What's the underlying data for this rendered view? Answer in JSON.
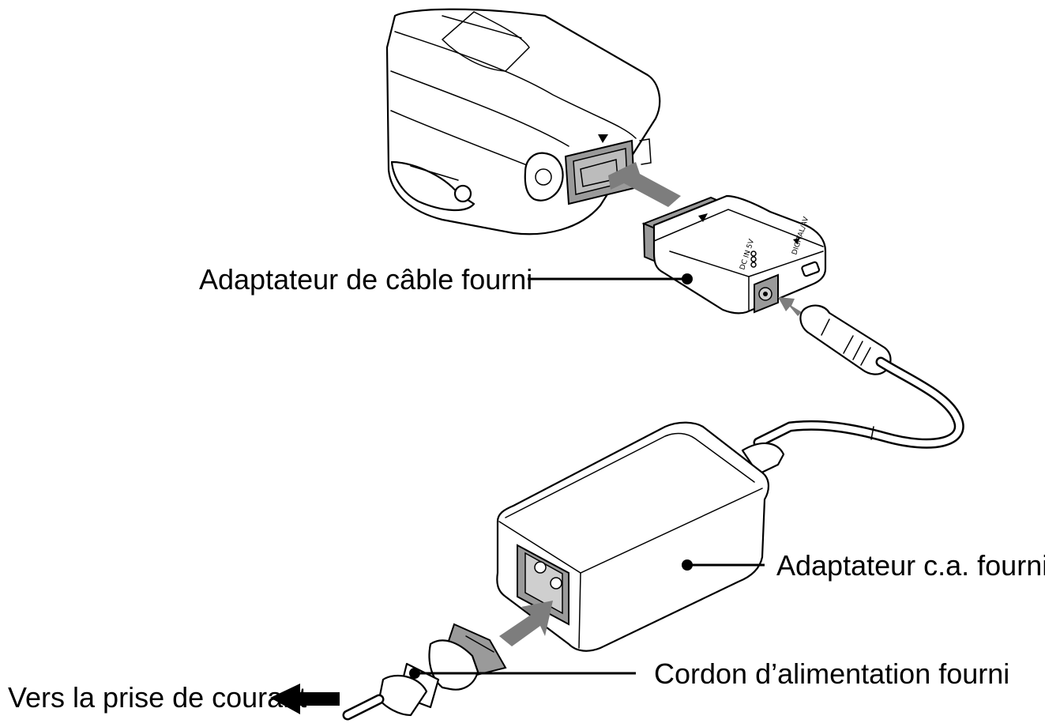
{
  "labels": {
    "cable_adapter": "Adaptateur de câble fourni",
    "ac_adapter": "Adaptateur c.a. fourni",
    "power_cord": "Cordon d’alimentation fourni",
    "outlet": "Vers la prise de courant"
  },
  "adapter_markings": {
    "dc_in": "DC IN 5V",
    "digital_av": "DIGITAL/AV"
  },
  "colors": {
    "arrow_gray": "#7d7d7d",
    "connector_gray": "#9a9a9a",
    "line": "#000000"
  },
  "icons": [
    "insert-arrow-icon",
    "outlet-arrow-icon",
    "polarity-symbol-icon"
  ]
}
